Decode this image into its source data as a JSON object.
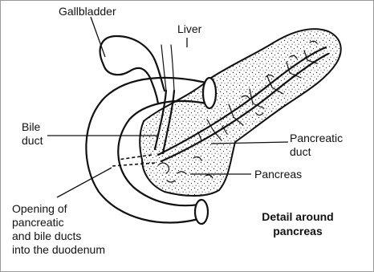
{
  "labels": {
    "gallbladder": "Gallbladder",
    "liver": "Liver",
    "bile_duct_line1": "Bile",
    "bile_duct_line2": "duct",
    "pancreatic_duct_line1": "Pancreatic",
    "pancreatic_duct_line2": "duct",
    "pancreas": "Pancreas",
    "opening_line1": "Opening of",
    "opening_line2": "pancreatic",
    "opening_line3": "and bile ducts",
    "opening_line4": "into the duodenum"
  },
  "caption": {
    "line1": "Detail around",
    "line2": "pancreas"
  }
}
